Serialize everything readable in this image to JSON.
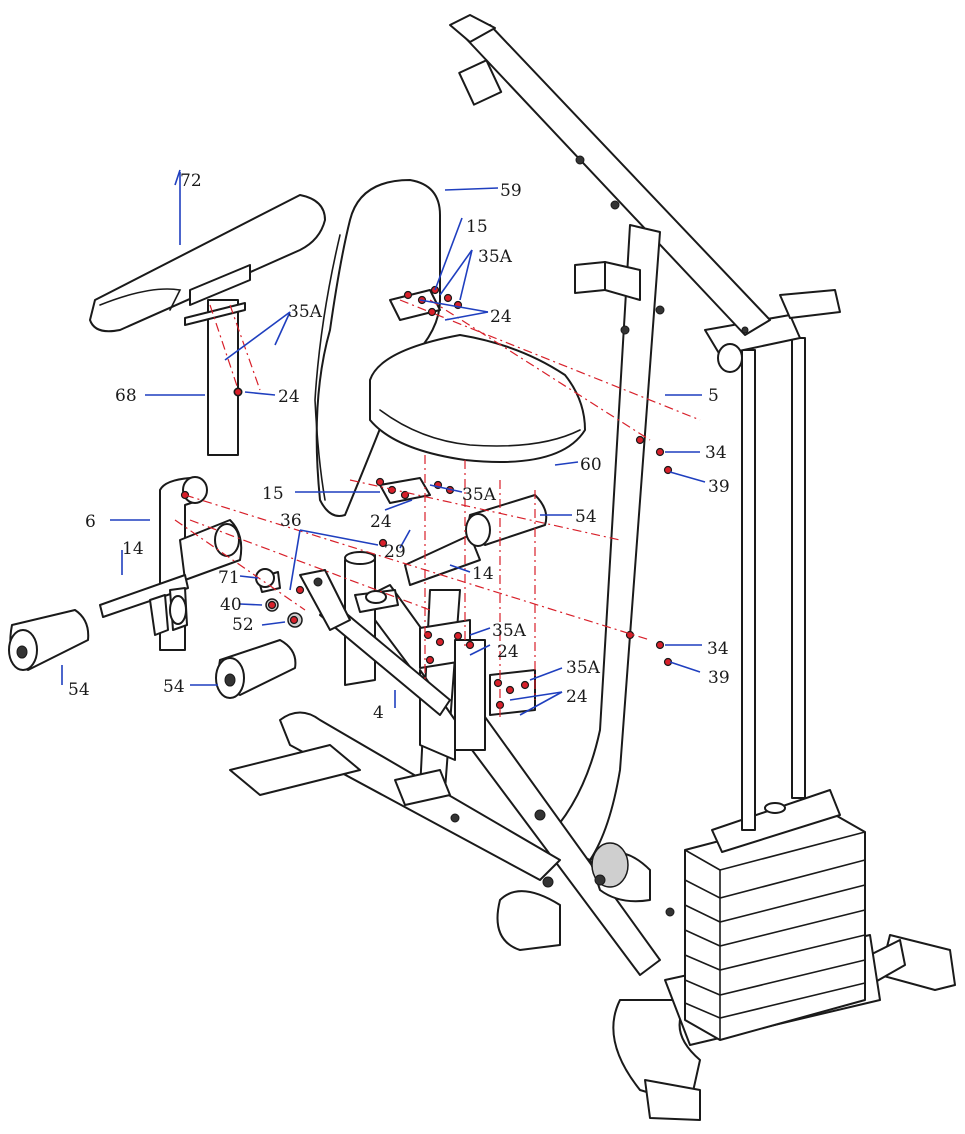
{
  "colors": {
    "line": "#1a1a1a",
    "leader": "#1f3fbf",
    "centerline": "#d8202a",
    "hardware": "#d8202a"
  },
  "callouts": [
    {
      "id": "c72",
      "text": "72"
    },
    {
      "id": "c59",
      "text": "59"
    },
    {
      "id": "c15a",
      "text": "15"
    },
    {
      "id": "c35a1",
      "text": "35A"
    },
    {
      "id": "c24a",
      "text": "24"
    },
    {
      "id": "c35a2",
      "text": "35A"
    },
    {
      "id": "c68",
      "text": "68"
    },
    {
      "id": "c24b",
      "text": "24"
    },
    {
      "id": "c5",
      "text": "5"
    },
    {
      "id": "c34a",
      "text": "34"
    },
    {
      "id": "c60",
      "text": "60"
    },
    {
      "id": "c39a",
      "text": "39"
    },
    {
      "id": "c15b",
      "text": "15"
    },
    {
      "id": "c35a3",
      "text": "35A"
    },
    {
      "id": "c24c",
      "text": "24"
    },
    {
      "id": "c6",
      "text": "6"
    },
    {
      "id": "c36",
      "text": "36"
    },
    {
      "id": "c54a",
      "text": "54"
    },
    {
      "id": "c29",
      "text": "29"
    },
    {
      "id": "c14a",
      "text": "14"
    },
    {
      "id": "c14b",
      "text": "14"
    },
    {
      "id": "c71",
      "text": "71"
    },
    {
      "id": "c40",
      "text": "40"
    },
    {
      "id": "c52",
      "text": "52"
    },
    {
      "id": "c35a4",
      "text": "35A"
    },
    {
      "id": "c24d",
      "text": "24"
    },
    {
      "id": "c34b",
      "text": "34"
    },
    {
      "id": "c35a5",
      "text": "35A"
    },
    {
      "id": "c39b",
      "text": "39"
    },
    {
      "id": "c24e",
      "text": "24"
    },
    {
      "id": "c54b",
      "text": "54"
    },
    {
      "id": "c54c",
      "text": "54"
    },
    {
      "id": "c4",
      "text": "4"
    }
  ]
}
